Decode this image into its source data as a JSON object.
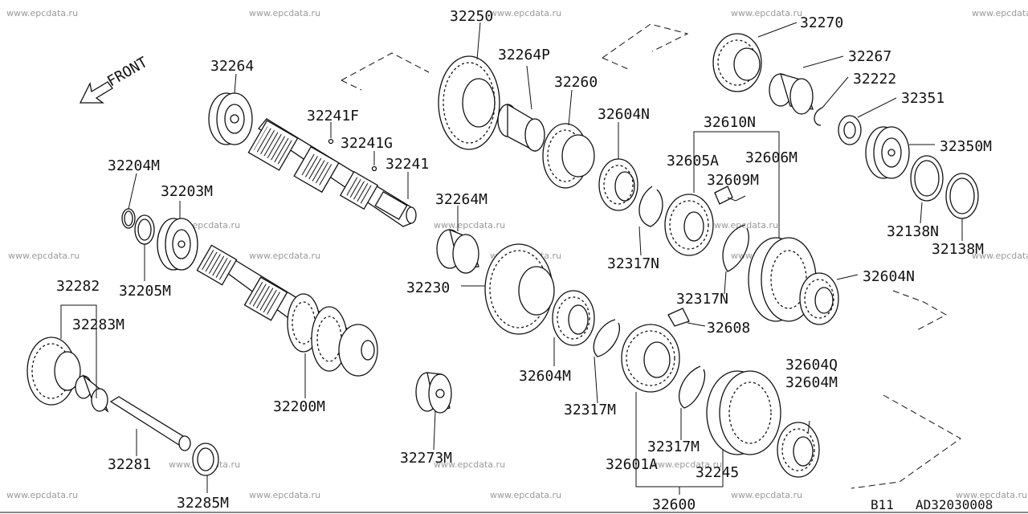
{
  "watermark": "www.epcdata.ru",
  "front_label": "FRONT",
  "footer": {
    "section": "B11",
    "code": "AD32030008"
  },
  "labels": {
    "p32250": "32250",
    "p32270": "32270",
    "p32264P": "32264P",
    "p32267": "32267",
    "p32264": "32264",
    "p32222": "32222",
    "p32260": "32260",
    "p32351": "32351",
    "p32241F": "32241F",
    "p32604N_a": "32604N",
    "p32610N": "32610N",
    "p32241G": "32241G",
    "p32350M": "32350M",
    "p32204M": "32204M",
    "p32241": "32241",
    "p32605A": "32605A",
    "p32606M": "32606M",
    "p32203M": "32203M",
    "p32609M": "32609M",
    "p32264M": "32264M",
    "p32138N": "32138N",
    "p32138M": "32138M",
    "p32317N_a": "32317N",
    "p32205M": "32205M",
    "p32282": "32282",
    "p32604N_b": "32604N",
    "p32230": "32230",
    "p32317N_b": "32317N",
    "p32283M": "32283M",
    "p32608": "32608",
    "p32604M_a": "32604M",
    "p32604Q": "32604Q",
    "p32604M_b": "32604M",
    "p32200M": "32200M",
    "p32317M_a": "32317M",
    "p32317M_b": "32317M",
    "p32281": "32281",
    "p32273M": "32273M",
    "p32601A": "32601A",
    "p32245": "32245",
    "p32285M": "32285M",
    "p32600": "32600"
  }
}
